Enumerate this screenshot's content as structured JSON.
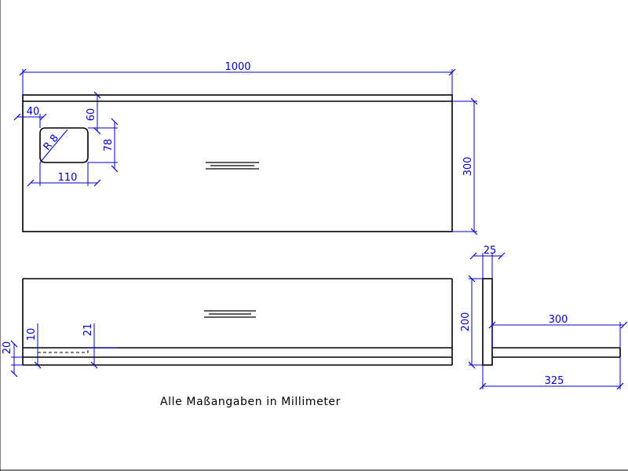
{
  "note": "Alle Maßangaben in Millimeter",
  "colors": {
    "geometry": "#000000",
    "dimensions": "#0000cc",
    "background": "#ffffff"
  },
  "dimensions": {
    "overall_length": "1000",
    "top_depth": "300",
    "cutout_offset_x": "40",
    "cutout_offset_y": "60",
    "cutout_width": "110",
    "cutout_height": "78",
    "cutout_radius": "R 8",
    "front_height": "200",
    "front_bottom": "20",
    "front_groove": "10",
    "front_recess": "21",
    "side_thickness": "25",
    "side_depth": "300",
    "side_depth_total": "325"
  }
}
